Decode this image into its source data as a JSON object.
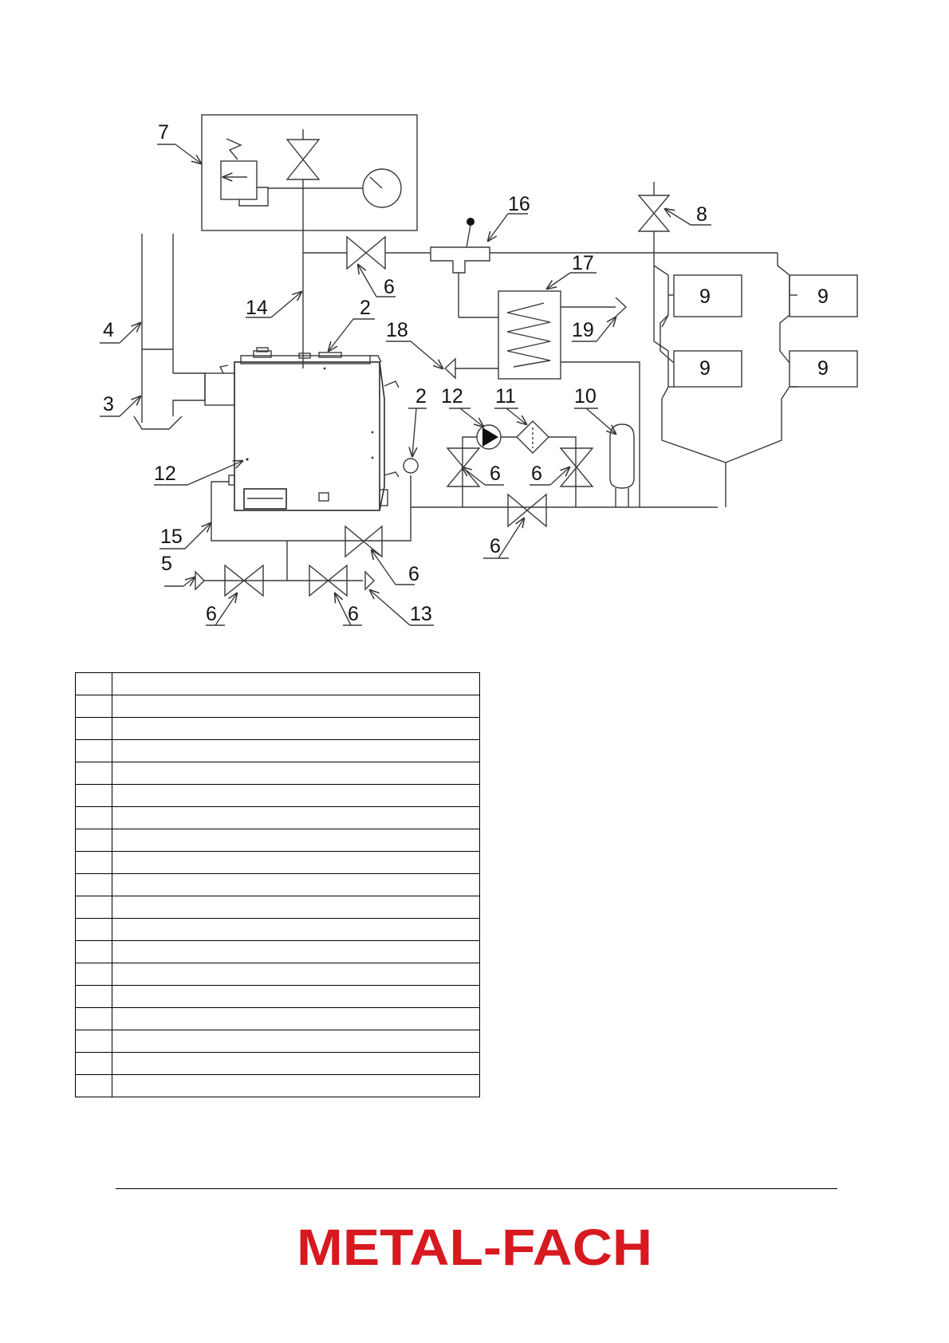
{
  "diagram": {
    "labels": {
      "l7": "7",
      "l16": "16",
      "l8": "8",
      "l6a": "6",
      "l17": "17",
      "l14": "14",
      "l2a": "2",
      "l4": "4",
      "l18": "18",
      "l19": "19",
      "l3": "3",
      "l2b": "2",
      "l12a": "12",
      "l11": "11",
      "l10": "10",
      "l12b": "12",
      "l6b": "6",
      "l6c": "6",
      "l15": "15",
      "l6d": "6",
      "l5": "5",
      "l6e": "6",
      "l6f": "6",
      "l6g": "6",
      "l13": "13"
    },
    "radiators": [
      "9",
      "9",
      "9",
      "9"
    ]
  },
  "legend": {
    "rows": [
      {
        "num": "",
        "desc": ""
      },
      {
        "num": "",
        "desc": ""
      },
      {
        "num": "",
        "desc": ""
      },
      {
        "num": "",
        "desc": ""
      },
      {
        "num": "",
        "desc": ""
      },
      {
        "num": "",
        "desc": ""
      },
      {
        "num": "",
        "desc": ""
      },
      {
        "num": "",
        "desc": ""
      },
      {
        "num": "",
        "desc": ""
      },
      {
        "num": "",
        "desc": ""
      },
      {
        "num": "",
        "desc": ""
      },
      {
        "num": "",
        "desc": ""
      },
      {
        "num": "",
        "desc": ""
      },
      {
        "num": "",
        "desc": ""
      },
      {
        "num": "",
        "desc": ""
      },
      {
        "num": "",
        "desc": ""
      },
      {
        "num": "",
        "desc": ""
      },
      {
        "num": "",
        "desc": ""
      },
      {
        "num": "",
        "desc": ""
      }
    ]
  },
  "footer": {
    "logo_text": "METAL-FACH",
    "logo_color": "#d71920"
  }
}
